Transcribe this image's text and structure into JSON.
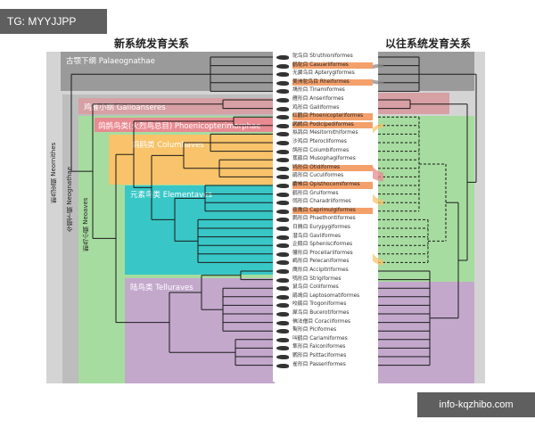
{
  "watermarks": {
    "top": "TG: MYYJJPP",
    "bottom": "info-kqzhibo.com"
  },
  "headings": {
    "new": "新系统发育关系",
    "old": "以往系统发育关系"
  },
  "clades": {
    "palaeognathae": "古颚下纲 Palaeognathae",
    "galloanseres": "鸡雁小纲 Galloanseres",
    "phoenicopterimorphae": "鸽鹊鸟类(火烈鸟总目) Phoenicopterimorphae",
    "columbaves": "鸽鸥类 Columbaves",
    "elementaves": "元素鸟类 Elementaves",
    "telluraves": "陆鸟类 Telluraves",
    "neornithes": "新鸟亚纲 Neornithes",
    "neognathae": "今颚下纲 Neognathae",
    "neoaves": "新鸟小纲 Neoaves"
  },
  "taxa": [
    {
      "name": "鸵鸟目 Struthioniformes",
      "highlight": false
    },
    {
      "name": "鹤鸵目 Casuariiformes",
      "highlight": true
    },
    {
      "name": "无翼鸟目 Apterygiformes",
      "highlight": false
    },
    {
      "name": "美洲鸵鸟目 Rheiformes",
      "highlight": true
    },
    {
      "name": "䳍形目 Tinamiformes",
      "highlight": false
    },
    {
      "name": "雁形目 Anseriformes",
      "highlight": false
    },
    {
      "name": "鸡形目 Galliformes",
      "highlight": false
    },
    {
      "name": "红鹳目 Phoenicopteriformes",
      "highlight": true
    },
    {
      "name": "䴙䴘目 Podicipediformes",
      "highlight": true
    },
    {
      "name": "拟鹑目 Mesitornithiformes",
      "highlight": false
    },
    {
      "name": "沙鸡目 Pterocliformes",
      "highlight": false
    },
    {
      "name": "鸽形目 Columbiformes",
      "highlight": false
    },
    {
      "name": "蕉鹃目 Musophagiformes",
      "highlight": false
    },
    {
      "name": "鸨形目 Otidiformes",
      "highlight": true
    },
    {
      "name": "鹃形目 Cuculiformes",
      "highlight": false
    },
    {
      "name": "麝雉目 Opisthocomiformes",
      "highlight": true
    },
    {
      "name": "鹤形目 Gruiformes",
      "highlight": false
    },
    {
      "name": "鸻形目 Charadriiformes",
      "highlight": false
    },
    {
      "name": "夜鹰目 Caprimulgiformes",
      "highlight": true
    },
    {
      "name": "鹲形目 Phaethontiformes",
      "highlight": false
    },
    {
      "name": "日鳽目 Eurypygiformes",
      "highlight": false
    },
    {
      "name": "潜鸟目 Gaviiformes",
      "highlight": false
    },
    {
      "name": "企鹅目 Sphenisciformes",
      "highlight": false
    },
    {
      "name": "鹱形目 Procellariiformes",
      "highlight": false
    },
    {
      "name": "鹈形目 Pelecaniformes",
      "highlight": false
    },
    {
      "name": "鹰形目 Accipitriformes",
      "highlight": false
    },
    {
      "name": "鸮形目 Strigiformes",
      "highlight": false
    },
    {
      "name": "鼠鸟目 Coliiformes",
      "highlight": false
    },
    {
      "name": "鹃鴗目 Leptosomatiformes",
      "highlight": false
    },
    {
      "name": "咬鹃目 Trogoniformes",
      "highlight": false
    },
    {
      "name": "犀鸟目 Bucerotiformes",
      "highlight": false
    },
    {
      "name": "佛法僧目 Coraciiformes",
      "highlight": false
    },
    {
      "name": "䴕形目 Piciformes",
      "highlight": false
    },
    {
      "name": "叫鹤目 Cariamiformes",
      "highlight": false
    },
    {
      "name": "隼形目 Falconiformes",
      "highlight": false
    },
    {
      "name": "鹦形目 Psittaciformes",
      "highlight": false
    },
    {
      "name": "雀形目 Passeriformes",
      "highlight": false
    }
  ],
  "colors": {
    "palaeognathae": "#9a9a9a",
    "galloanseres": "#d6a0a4",
    "phoenicopterimorphae": "#e88a92",
    "columbaves": "#f8c36a",
    "elementaves": "#38c6c6",
    "telluraves": "#c3a8cc",
    "neoaves": "#a7dca0",
    "neognathae": "#bdbdbd",
    "tree": "#1a1a1a"
  }
}
